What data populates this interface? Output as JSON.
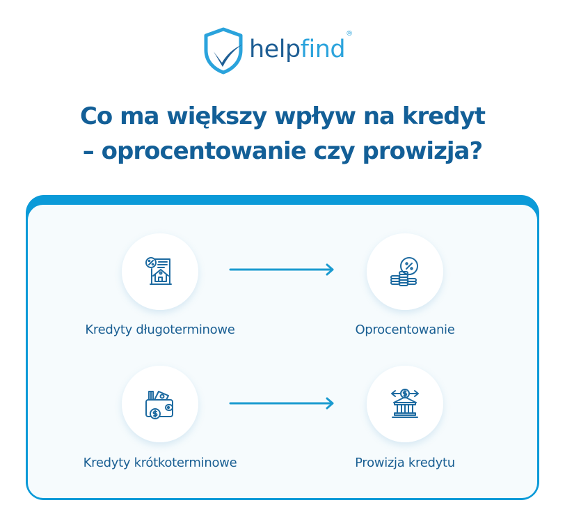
{
  "logo": {
    "brand_part1": "help",
    "brand_part2": "find",
    "registered": "®",
    "icon": "shield-check-icon",
    "colors": {
      "dark": "#1e5e94",
      "light": "#2aa3dc"
    }
  },
  "title": {
    "line1": "Co ma większy wpływ na kredyt",
    "line2": "– oprocentowanie czy prowizja?"
  },
  "card": {
    "accent_color": "#0b9ad8",
    "rows": [
      {
        "left": {
          "label": "Kredyty długoterminowe",
          "icon": "house-document-percent-icon"
        },
        "right": {
          "label": "Oprocentowanie",
          "icon": "coins-percent-icon"
        },
        "arrow": "arrow-right-icon"
      },
      {
        "left": {
          "label": "Kredyty krótkoterminowe",
          "icon": "wallet-cash-icon"
        },
        "right": {
          "label": "Prowizja kredytu",
          "icon": "bank-dollar-icon"
        },
        "arrow": "arrow-right-icon"
      }
    ]
  }
}
